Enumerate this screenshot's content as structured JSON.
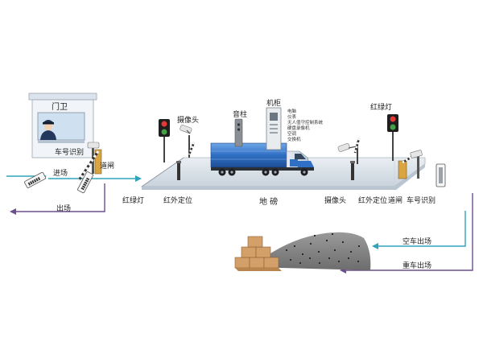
{
  "labels": {
    "guard_booth": "门卫",
    "plate_recognition_left": "车号识别",
    "entrance": "进场",
    "barrier_left": "道闸",
    "exit": "出场",
    "traffic_light_left": "红绿灯",
    "infrared_left": "红外定位",
    "camera_left": "摄像头",
    "sound_post": "音柱",
    "cabinet": "机柜",
    "cabinet_items": [
      "电脑",
      "仪表",
      "无人值守控制系统",
      "硬盘录像机",
      "空调",
      "交换机"
    ],
    "weighbridge": "地 磅",
    "camera_right": "摄像头",
    "infrared_right": "红外定位",
    "traffic_light_right": "红绿灯",
    "barrier_right": "道闸",
    "plate_recognition_right": "车号识别",
    "empty_exit": "空车出场",
    "loaded_exit": "重车出场"
  },
  "colors": {
    "arrow_in": "#2fa3b8",
    "arrow_out": "#6b4e8e",
    "truck_blue": "#2f6fc4",
    "light_red": "#e53935",
    "light_green": "#43a047"
  }
}
